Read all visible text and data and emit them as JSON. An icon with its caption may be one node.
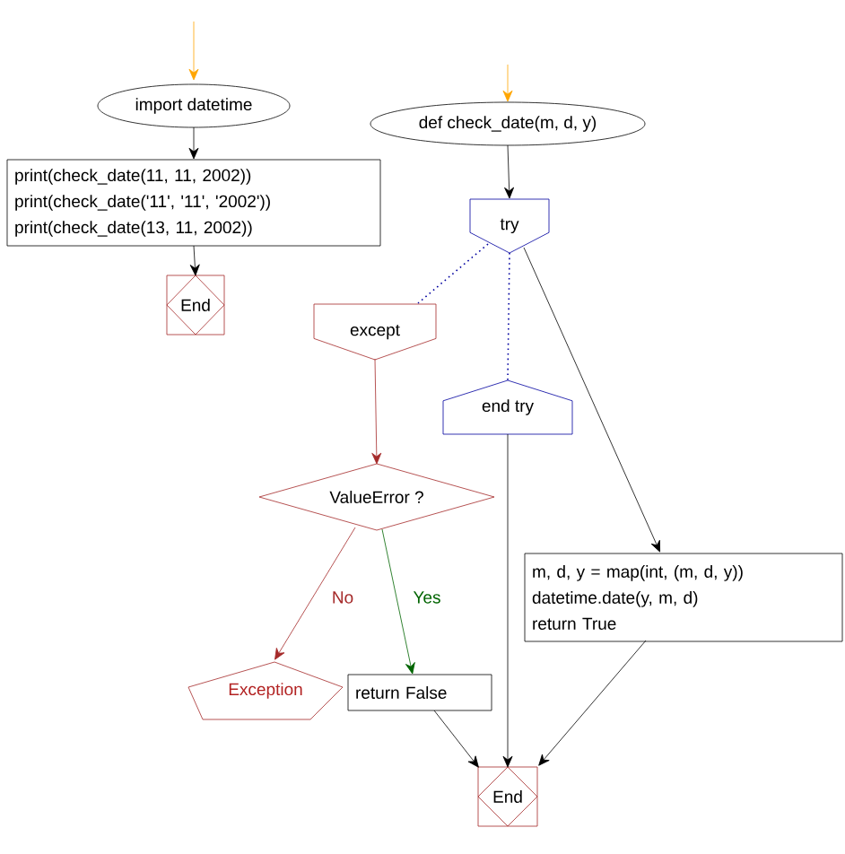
{
  "diagram": {
    "nodes": [
      {
        "text": [
          "import datetime"
        ]
      },
      {
        "text": [
          "print(check_date(11, 11, 2002))",
          "print(check_date('11', '11', '2002'))",
          "print(check_date(13, 11, 2002))"
        ]
      },
      {
        "text": [
          "End"
        ]
      },
      {
        "text": [
          "def check_date(m, d, y)"
        ]
      },
      {
        "text": [
          "try"
        ]
      },
      {
        "text": [
          "except"
        ]
      },
      {
        "text": [
          "end try"
        ]
      },
      {
        "text": [
          "ValueError ?"
        ]
      },
      {
        "text": [
          "m, d, y = map(int, (m, d, y))",
          "datetime.date(y, m, d)",
          "return True"
        ]
      },
      {
        "text": [
          "Exception"
        ]
      },
      {
        "text": [
          "return False"
        ]
      },
      {
        "text": [
          "End"
        ]
      }
    ],
    "edges": [
      {
        "from": null,
        "to": 0,
        "arrow": "to",
        "color": "#ffa500"
      },
      {
        "from": 0,
        "to": 1,
        "arrow": "to"
      },
      {
        "from": 1,
        "to": 2,
        "arrow": "to"
      },
      {
        "from": null,
        "to": 3,
        "arrow": "to",
        "color": "#ffa500"
      },
      {
        "from": 3,
        "to": 4,
        "arrow": "to"
      },
      {
        "from": 4,
        "to": 5,
        "arrow": "none",
        "style": "dashed",
        "color": "#0000a0"
      },
      {
        "from": 4,
        "to": 6,
        "arrow": "none",
        "style": "dashed",
        "color": "#0000a0"
      },
      {
        "from": 4,
        "to": 8,
        "arrow": "to"
      },
      {
        "from": 5,
        "to": 7,
        "arrow": "to",
        "color": "#a52a2a"
      },
      {
        "from": 7,
        "to": 9,
        "arrow": "to",
        "label": "No",
        "color": "#a52a2a"
      },
      {
        "from": 7,
        "to": 10,
        "arrow": "to",
        "label": "Yes",
        "color": "#006400"
      },
      {
        "from": 10,
        "to": 11,
        "arrow": "to"
      },
      {
        "from": 6,
        "to": 11,
        "arrow": "to"
      },
      {
        "from": 8,
        "to": 11,
        "arrow": "to"
      }
    ]
  }
}
